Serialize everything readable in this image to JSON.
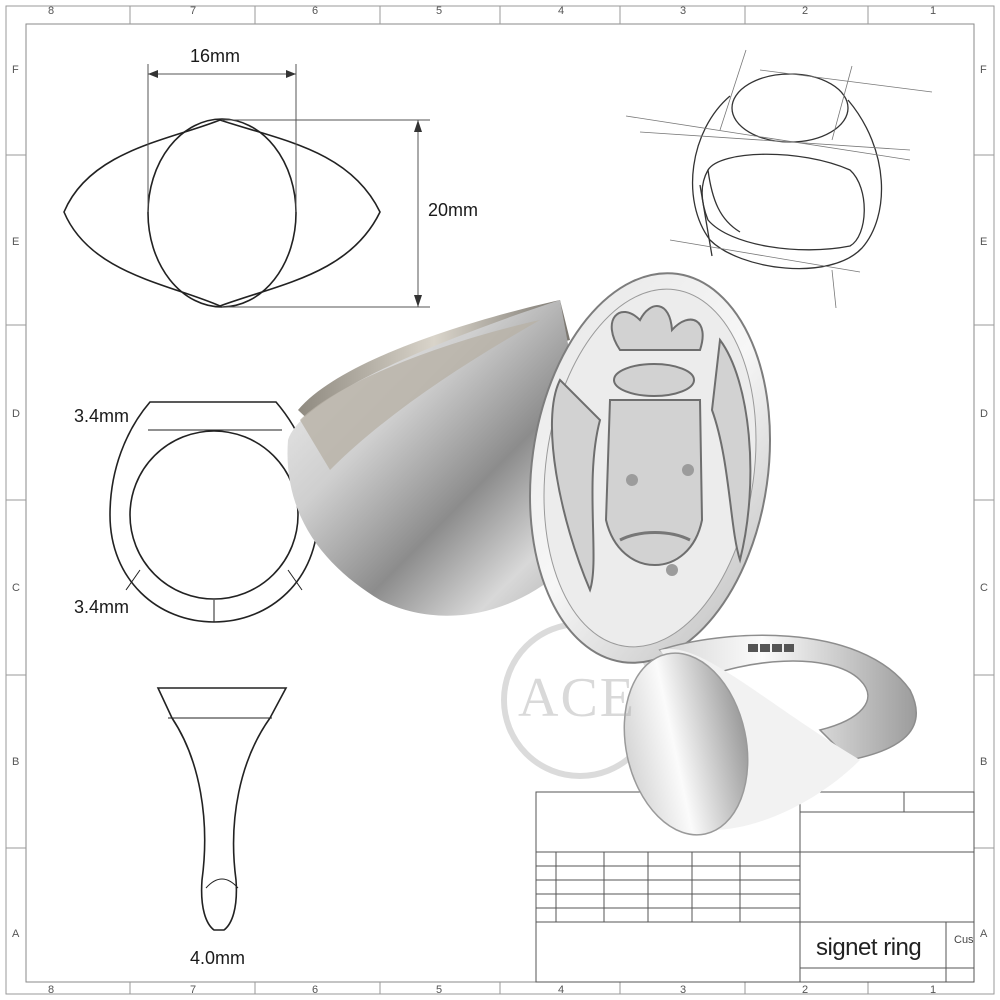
{
  "drawing": {
    "col_labels_top": [
      "8",
      "7",
      "6",
      "5",
      "4",
      "3",
      "2",
      "1"
    ],
    "col_labels_bottom": [
      "8",
      "7",
      "6",
      "5",
      "4",
      "3",
      "2",
      "1"
    ],
    "row_labels_left": [
      "F",
      "E",
      "D",
      "C",
      "B",
      "A"
    ],
    "row_labels_right": [
      "F",
      "E",
      "D",
      "C",
      "B",
      "A"
    ]
  },
  "dimensions": {
    "width_top": "16mm",
    "height_top": "20mm",
    "shank_top": "3.4mm",
    "shank_bottom": "3.4mm",
    "base_width": "4.0mm"
  },
  "watermark": {
    "text": "ACE"
  },
  "title_block": {
    "title": "signet ring",
    "customer_label": "Custom"
  }
}
